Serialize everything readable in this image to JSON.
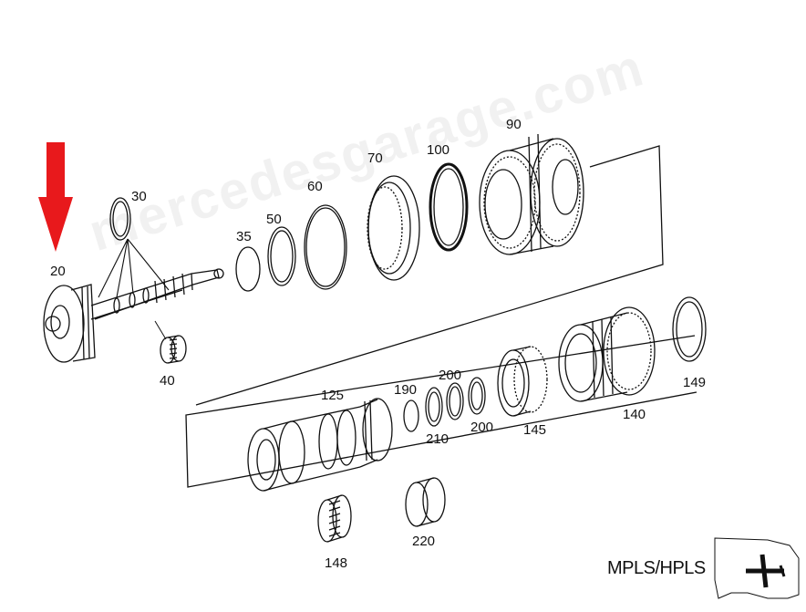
{
  "labels": {
    "p20": "20",
    "p30": "30",
    "p35": "35",
    "p40": "40",
    "p50": "50",
    "p60": "60",
    "p70": "70",
    "p90": "90",
    "p100": "100",
    "p125": "125",
    "p140": "140",
    "p145": "145",
    "p148": "148",
    "p149": "149",
    "p190": "190",
    "p200a": "200",
    "p200b": "200",
    "p210": "210",
    "p220": "220"
  },
  "caption": "MPLS/HPLS",
  "watermark": "mercedesgarage.com",
  "colors": {
    "arrow": "#e8191c",
    "line": "#111111"
  }
}
